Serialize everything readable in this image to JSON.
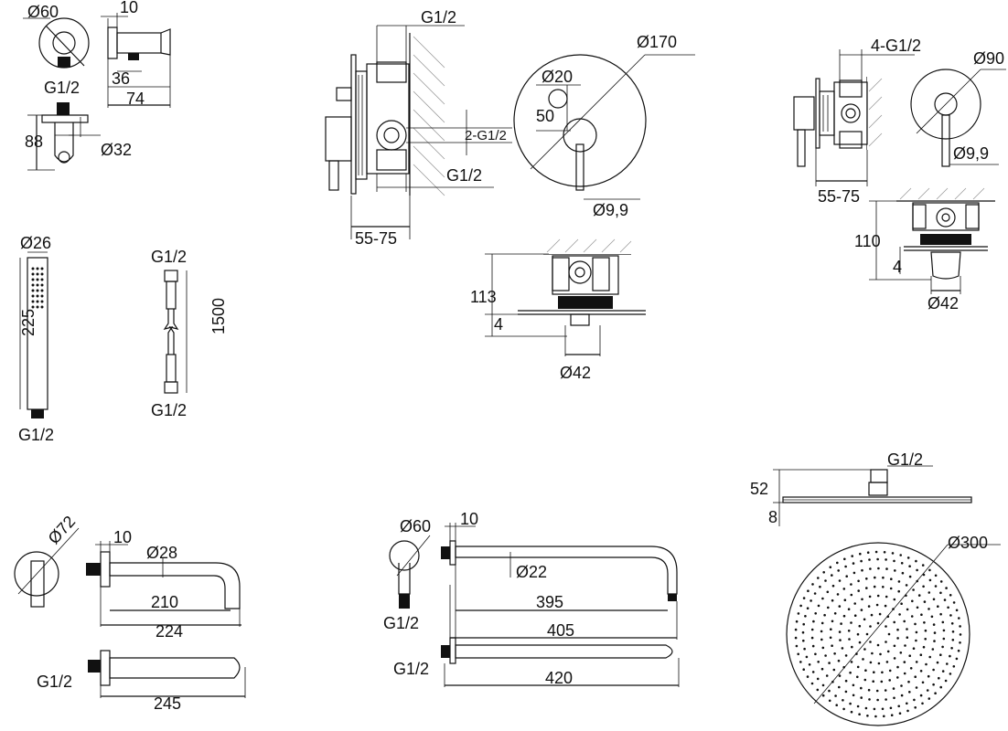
{
  "labels": {
    "hook_dia": "Ø60",
    "hook_w": "10",
    "hook_g": "G1/2",
    "hook_36": "36",
    "hook_74": "74",
    "hook_88": "88",
    "hook_32": "Ø32",
    "mix_g_top": "G1/2",
    "mix_2g": "2-G1/2",
    "mix_g_bot": "G1/2",
    "mix_depth": "55-75",
    "plate_170": "Ø170",
    "plate_20": "Ø20",
    "plate_50": "50",
    "plate_99": "Ø9,9",
    "box_113": "113",
    "box_4": "4",
    "box_42": "Ø42",
    "valve_4g": "4-G1/2",
    "valve_depth": "55-75",
    "vplate_90": "Ø90",
    "vplate_99": "Ø9,9",
    "vbox_110": "110",
    "vbox_4": "4",
    "vbox_42": "Ø42",
    "hand_26": "Ø26",
    "hand_225": "225",
    "hand_g": "G1/2",
    "hose_g_top": "G1/2",
    "hose_1500": "1500",
    "hose_g_bot": "G1/2",
    "spout_72": "Ø72",
    "spout_10": "10",
    "spout_28": "Ø28",
    "spout_210": "210",
    "spout_224": "224",
    "spout_g": "G1/2",
    "spout_245": "245",
    "arm_60": "Ø60",
    "arm_10": "10",
    "arm_g": "G1/2",
    "arm_22": "Ø22",
    "arm_395": "395",
    "arm_405": "405",
    "arm_g2": "G1/2",
    "arm_420": "420",
    "head_g": "G1/2",
    "head_52": "52",
    "head_8": "8",
    "head_300": "Ø300"
  }
}
